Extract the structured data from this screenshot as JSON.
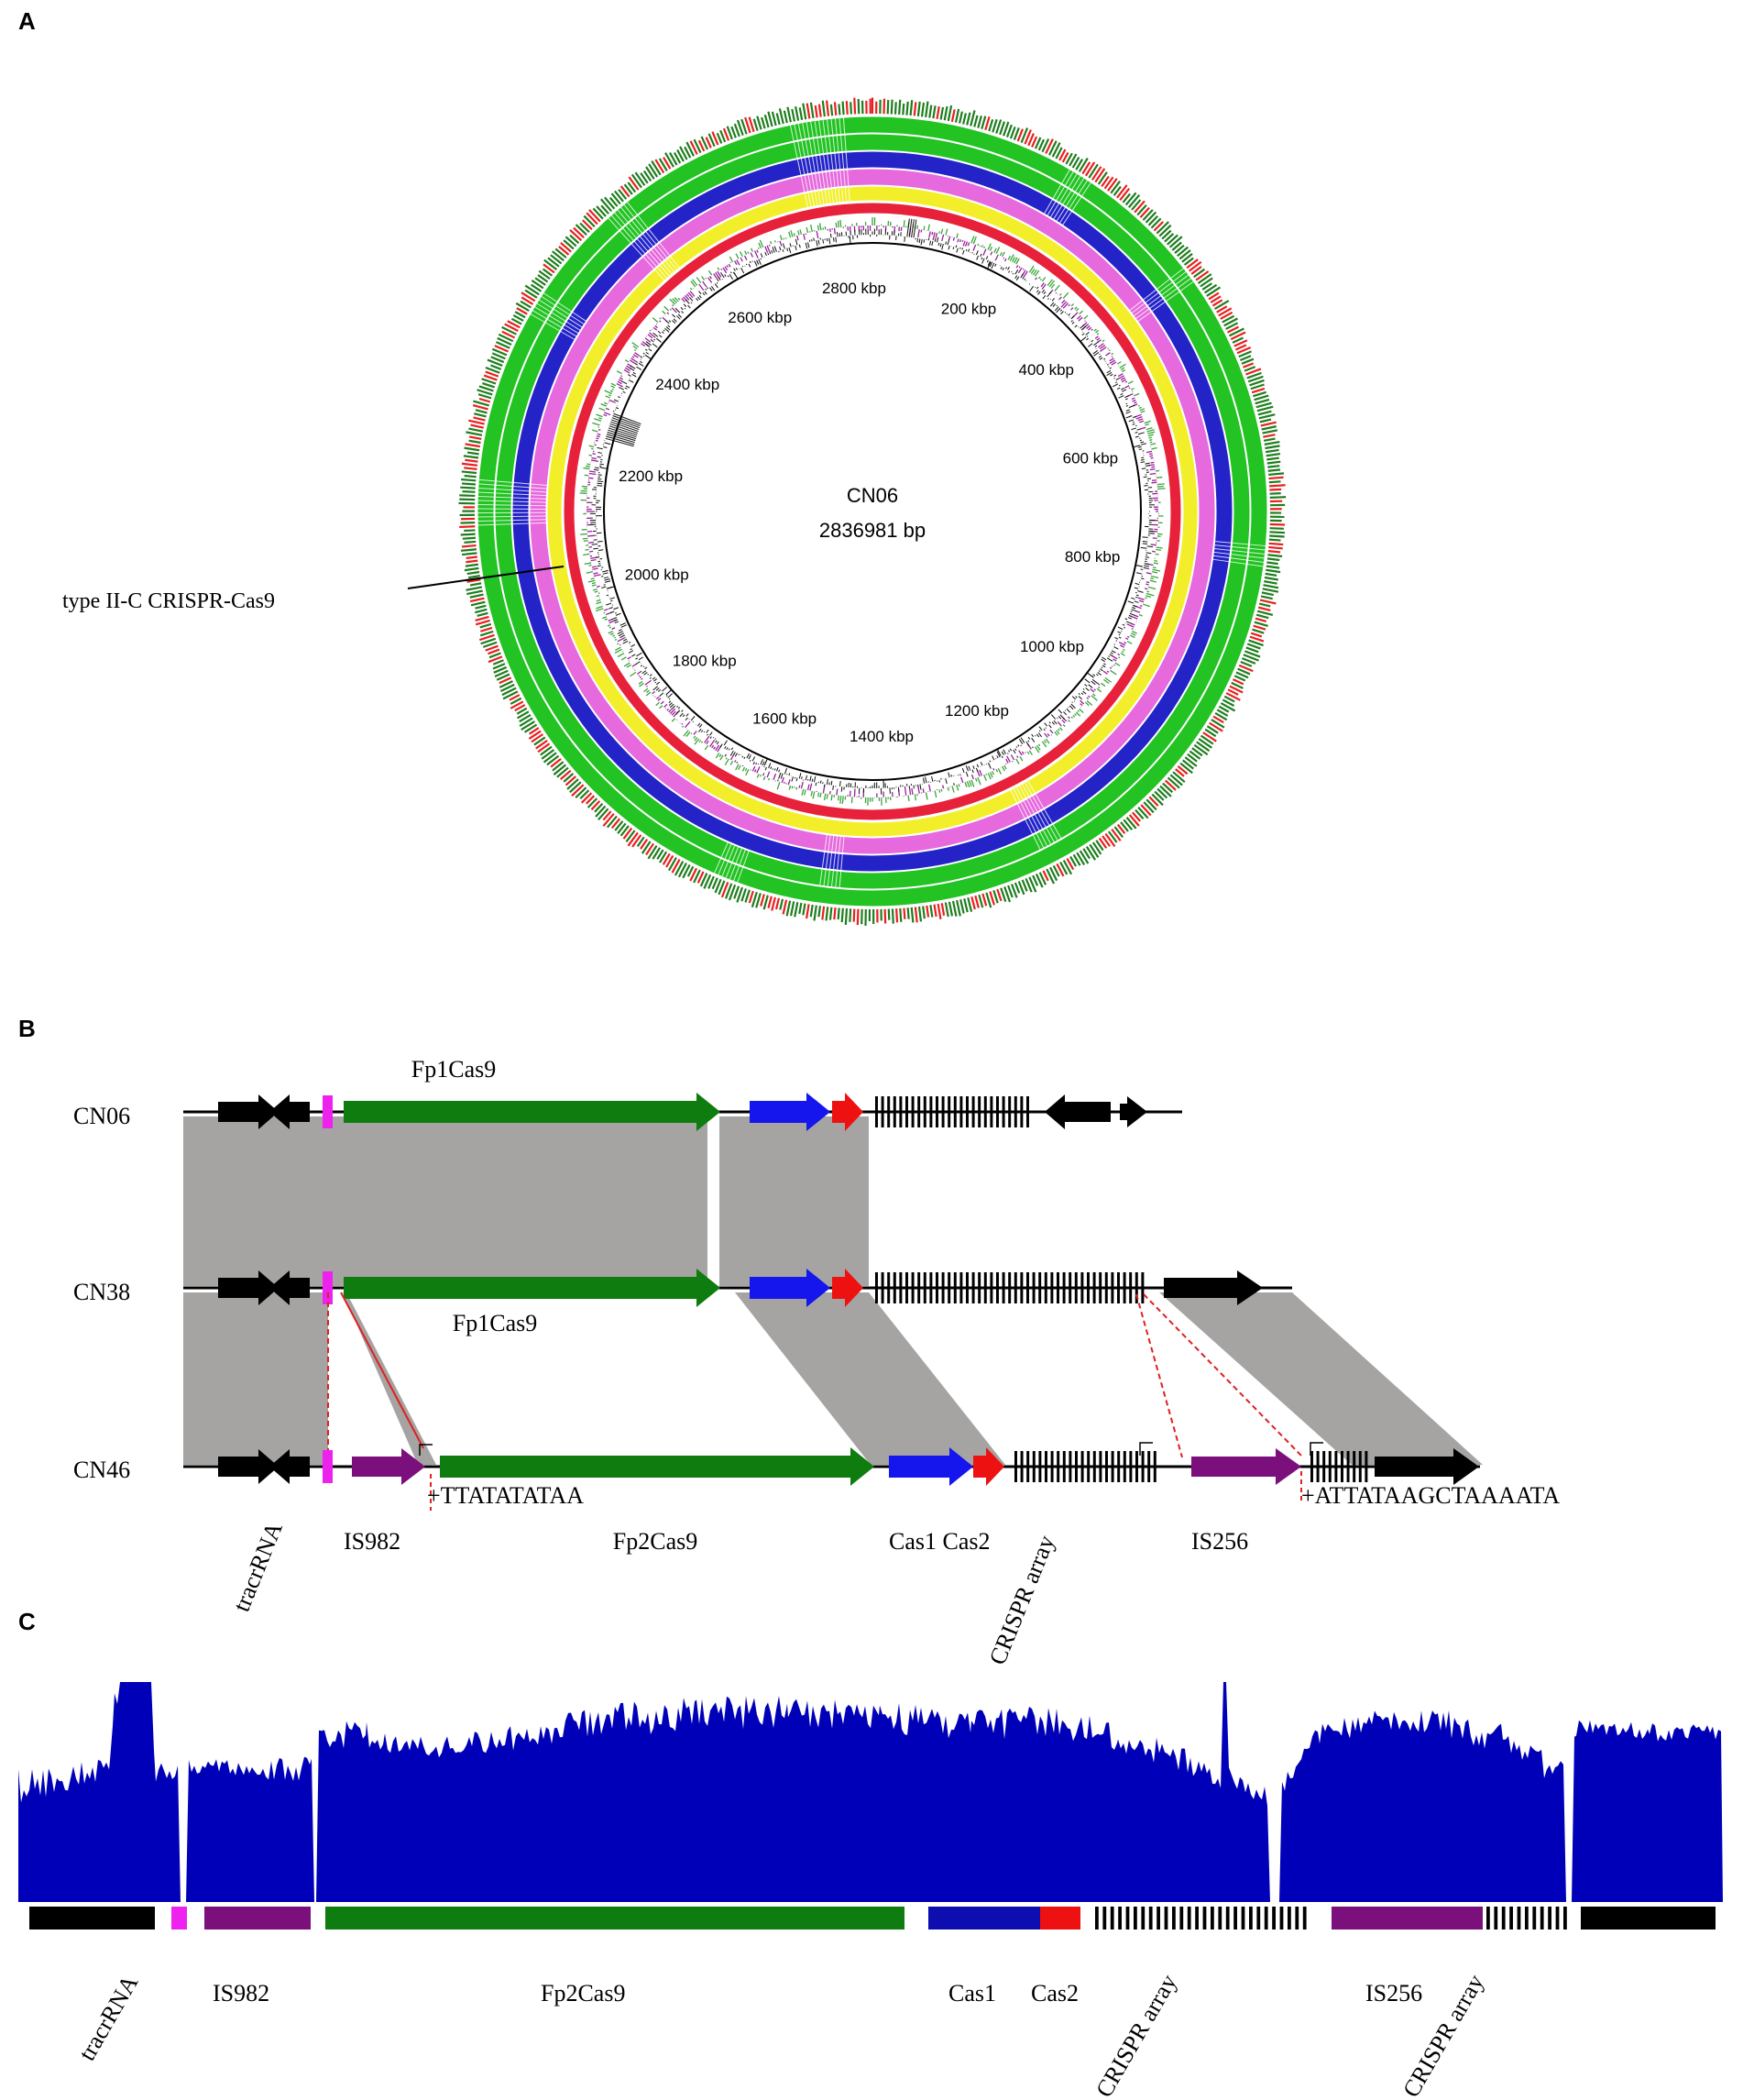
{
  "panels": {
    "a": "A",
    "b": "B",
    "c": "C"
  },
  "panelA": {
    "genome_name": "CN06",
    "genome_size": "2836981 bp",
    "callout": "type II-C CRISPR-Cas9",
    "ticks": [
      "200 kbp",
      "400 kbp",
      "600 kbp",
      "800 kbp",
      "1000 kbp",
      "1200 kbp",
      "1400 kbp",
      "1600 kbp",
      "1800 kbp",
      "2000 kbp",
      "2200 kbp",
      "2400 kbp",
      "2600 kbp",
      "2800 kbp"
    ],
    "ring_colors": {
      "red": "#e8213a",
      "yellow": "#f2ef2a",
      "pink": "#e669dd",
      "blue": "#2323c8",
      "green": "#22c322",
      "outer_red": "#e82020",
      "outer_green": "#1f7d1f",
      "gc_pos": "#3aa53a",
      "gc_neg": "#9a1f9a"
    }
  },
  "panelB": {
    "strains": [
      "CN06",
      "CN38",
      "CN46"
    ],
    "gene_labels": {
      "cn06_cas9": "Fp1Cas9",
      "cn38_cas9": "Fp1Cas9"
    },
    "insertions": {
      "ins1": "+TTATATATAA",
      "ins2": "+ATTATAAGCTAAAATA"
    },
    "bottom_labels": {
      "tracr": "tracrRNA",
      "is982": "IS982",
      "fp2cas9": "Fp2Cas9",
      "cas12": "Cas1 Cas2",
      "crispr": "CRISPR array",
      "is256": "IS256"
    },
    "colors": {
      "cas9": "#0e7c0e",
      "cas1": "#1515ee",
      "cas2": "#ee1111",
      "tracr": "#ee22ee",
      "is": "#7b0f7b",
      "block": "#a6a3a3"
    }
  },
  "panelC": {
    "labels": {
      "tracr": "tracrRNA",
      "is982": "IS982",
      "fp2cas9": "Fp2Cas9",
      "cas1": "Cas1",
      "cas2": "Cas2",
      "crispr1": "CRISPR array",
      "is256": "IS256",
      "crispr2": "CRISPR array"
    },
    "coverage_color": "#0000b8"
  }
}
